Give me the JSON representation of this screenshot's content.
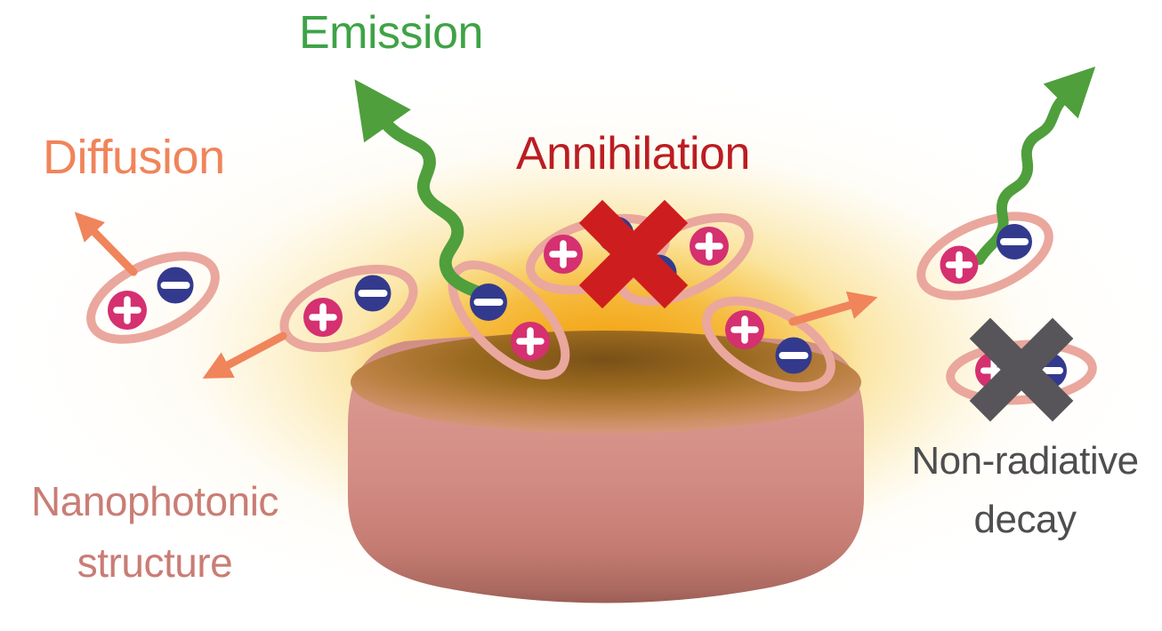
{
  "labels": {
    "emission": "Emission",
    "diffusion": "Diffusion",
    "annihilation": "Annihilation",
    "nanophotonic_line1": "Nanophotonic",
    "nanophotonic_line2": "structure",
    "non_radiative_line1": "Non-radiative",
    "non_radiative_line2": "decay"
  },
  "charge_symbols": {
    "positive": "+",
    "negative": "−"
  },
  "colors": {
    "emission_green": "#3fa346",
    "emission_arrow_green": "#4f9f3c",
    "diffusion_orange": "#f0845a",
    "annihilation_red": "#bb1d22",
    "annihilation_x_red": "#ce1d1e",
    "non_radiative_gray": "#4e4e50",
    "non_radiative_x_gray": "#57555a",
    "nanophotonic_salmon": "#c97d75",
    "exciton_ring_pink": "#eaa79d",
    "hole_magenta": "#d53070",
    "electron_navy": "#333a8d",
    "disk_salmon": "#d5908a",
    "glow_orange": "#f2a10f"
  }
}
